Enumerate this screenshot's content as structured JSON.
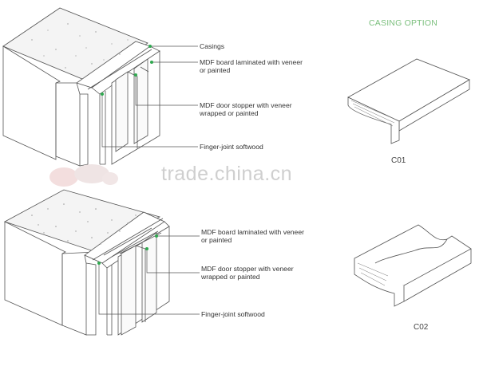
{
  "diagram_top": {
    "labels": [
      "Casings",
      "MDF board laminated with veneer\nor painted",
      "MDF door stopper with veneer\nwrapped or painted",
      "Finger-joint softwood"
    ]
  },
  "diagram_bottom": {
    "labels": [
      "MDF board laminated with veneer\nor painted",
      "MDF door stopper with veneer\nwrapped or painted",
      "Finger-joint softwood"
    ]
  },
  "casing_options": {
    "title": "CASING OPTION",
    "items": [
      "C01",
      "C02"
    ]
  },
  "watermark": {
    "text": "trade.china.cn"
  },
  "colors": {
    "accent": "#7bbf7d",
    "marker": "#2fa84f",
    "line": "#555555"
  }
}
